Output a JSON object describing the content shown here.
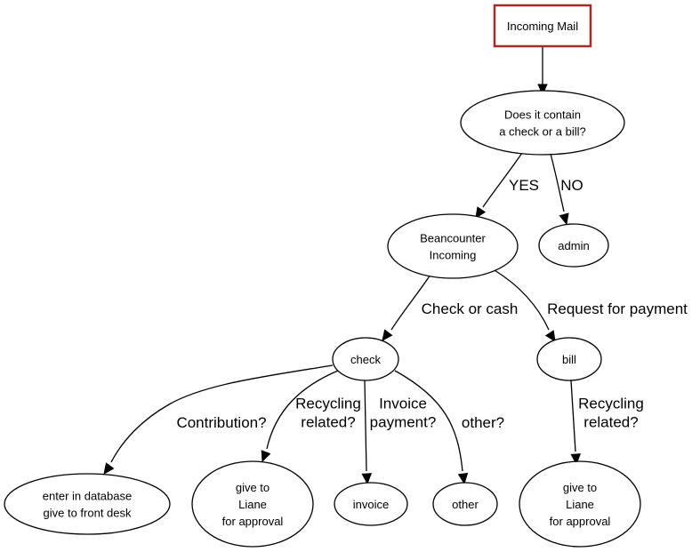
{
  "diagram": {
    "type": "flowchart",
    "accent_color": "#a52a2a",
    "nodes": [
      {
        "id": "incoming_mail",
        "shape": "box",
        "lines": [
          "Incoming Mail"
        ]
      },
      {
        "id": "contains_check",
        "shape": "ellipse",
        "lines": [
          "Does it contain",
          "a check or a bill?"
        ]
      },
      {
        "id": "beancounter",
        "shape": "ellipse",
        "lines": [
          "Beancounter",
          "Incoming"
        ]
      },
      {
        "id": "admin",
        "shape": "ellipse",
        "lines": [
          "admin"
        ]
      },
      {
        "id": "check",
        "shape": "ellipse",
        "lines": [
          "check"
        ]
      },
      {
        "id": "bill",
        "shape": "ellipse",
        "lines": [
          "bill"
        ]
      },
      {
        "id": "enter_db",
        "shape": "ellipse",
        "lines": [
          "enter in database",
          "give to front desk"
        ]
      },
      {
        "id": "liane_1",
        "shape": "ellipse",
        "lines": [
          "give to",
          "Liane",
          "for approval"
        ]
      },
      {
        "id": "invoice",
        "shape": "ellipse",
        "lines": [
          "invoice"
        ]
      },
      {
        "id": "other",
        "shape": "ellipse",
        "lines": [
          "other"
        ]
      },
      {
        "id": "liane_2",
        "shape": "ellipse",
        "lines": [
          "give to",
          "Liane",
          "for approval"
        ]
      }
    ],
    "edges": [
      {
        "from": "incoming_mail",
        "to": "contains_check",
        "label": []
      },
      {
        "from": "contains_check",
        "to": "beancounter",
        "label": [
          "YES"
        ]
      },
      {
        "from": "contains_check",
        "to": "admin",
        "label": [
          "NO"
        ]
      },
      {
        "from": "beancounter",
        "to": "check",
        "label": [
          "Check or cash"
        ]
      },
      {
        "from": "beancounter",
        "to": "bill",
        "label": [
          "Request for payment"
        ]
      },
      {
        "from": "check",
        "to": "enter_db",
        "label": [
          "Contribution?"
        ]
      },
      {
        "from": "check",
        "to": "liane_1",
        "label": [
          "Recycling",
          "related?"
        ]
      },
      {
        "from": "check",
        "to": "invoice",
        "label": [
          "Invoice",
          "payment?"
        ]
      },
      {
        "from": "check",
        "to": "other",
        "label": [
          "other?"
        ]
      },
      {
        "from": "bill",
        "to": "liane_2",
        "label": [
          "Recycling",
          "related?"
        ]
      }
    ]
  }
}
